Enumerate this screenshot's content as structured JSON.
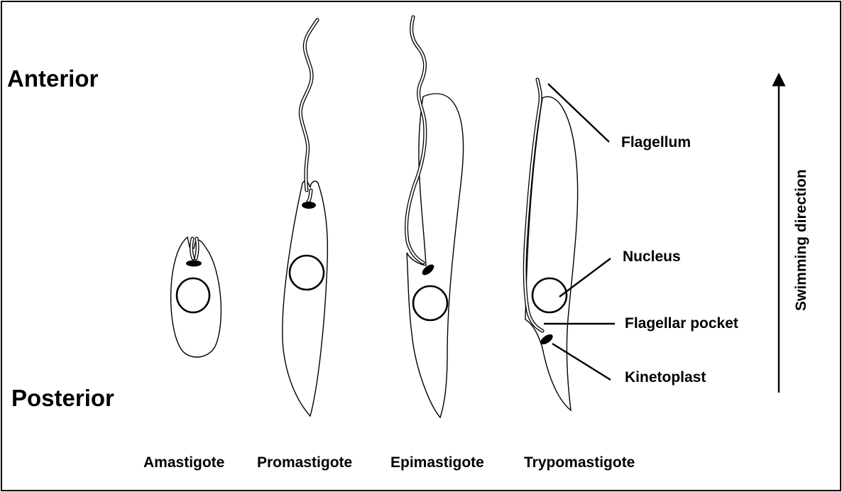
{
  "orientation": {
    "anterior": "Anterior",
    "posterior": "Posterior"
  },
  "stages": [
    {
      "id": "amastigote",
      "label": "Amastigote"
    },
    {
      "id": "promastigote",
      "label": "Promastigote"
    },
    {
      "id": "epimastigote",
      "label": "Epimastigote"
    },
    {
      "id": "trypomastigote",
      "label": "Trypomastigote"
    }
  ],
  "parts": {
    "flagellum": "Flagellum",
    "nucleus": "Nucleus",
    "flagellar_pocket": "Flagellar pocket",
    "kinetoplast": "Kinetoplast"
  },
  "swimming_direction": "Swimming direction",
  "colors": {
    "line": "#000000",
    "background": "#ffffff"
  }
}
